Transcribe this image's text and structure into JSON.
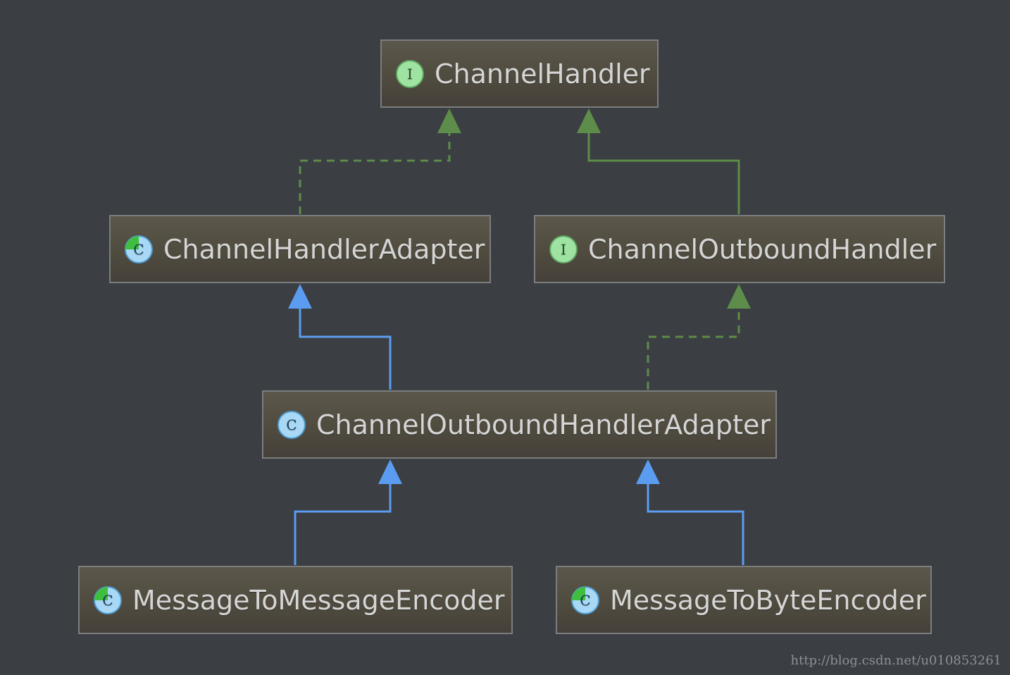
{
  "nodes": {
    "channel_handler": {
      "label": "ChannelHandler",
      "kind": "interface",
      "icon": "interface-icon"
    },
    "channel_handler_adapter": {
      "label": "ChannelHandlerAdapter",
      "kind": "abstract-class",
      "icon": "abstract-class-icon"
    },
    "channel_outbound_handler": {
      "label": "ChannelOutboundHandler",
      "kind": "interface",
      "icon": "interface-icon"
    },
    "channel_outbound_handler_adapter": {
      "label": "ChannelOutboundHandlerAdapter",
      "kind": "class",
      "icon": "class-icon"
    },
    "message_to_message_encoder": {
      "label": "MessageToMessageEncoder",
      "kind": "abstract-class",
      "icon": "abstract-class-icon"
    },
    "message_to_byte_encoder": {
      "label": "MessageToByteEncoder",
      "kind": "abstract-class",
      "icon": "abstract-class-icon"
    }
  },
  "edges": [
    {
      "from": "channel_handler_adapter",
      "to": "channel_handler",
      "relation": "implements",
      "style": "dashed",
      "color": "#5e8c4a"
    },
    {
      "from": "channel_outbound_handler",
      "to": "channel_handler",
      "relation": "extends",
      "style": "solid",
      "color": "#5e8c4a"
    },
    {
      "from": "channel_outbound_handler_adapter",
      "to": "channel_handler_adapter",
      "relation": "extends",
      "style": "solid",
      "color": "#5b9cf0"
    },
    {
      "from": "channel_outbound_handler_adapter",
      "to": "channel_outbound_handler",
      "relation": "implements",
      "style": "dashed",
      "color": "#5e8c4a"
    },
    {
      "from": "message_to_message_encoder",
      "to": "channel_outbound_handler_adapter",
      "relation": "extends",
      "style": "solid",
      "color": "#5b9cf0"
    },
    {
      "from": "message_to_byte_encoder",
      "to": "channel_outbound_handler_adapter",
      "relation": "extends",
      "style": "solid",
      "color": "#5b9cf0"
    }
  ],
  "icon_letters": {
    "interface": "I",
    "class": "C"
  },
  "colors": {
    "background": "#3b3e42",
    "interface_edge": "#5e8c4a",
    "class_edge": "#5b9cf0",
    "interface_icon_fill": "#9fe3a2",
    "class_icon_fill": "#a8d8f5"
  },
  "watermark": "http://blog.csdn.net/u010853261"
}
